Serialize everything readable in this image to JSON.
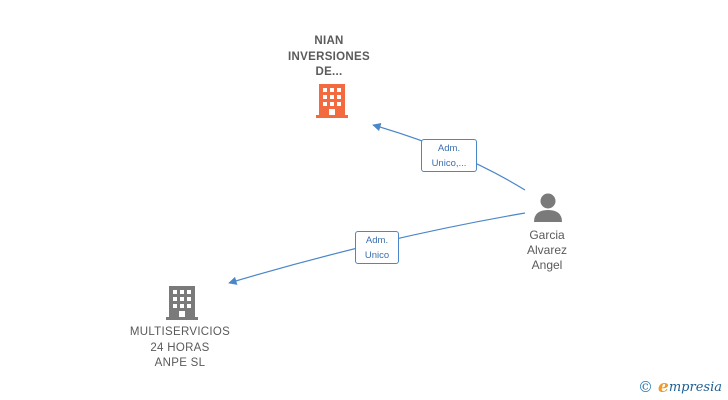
{
  "nodes": {
    "company_top": {
      "label": "NIAN\nINVERSIONES\nDE...",
      "icon": "building-icon",
      "color": "#f26a3d"
    },
    "company_bottom": {
      "label": "MULTISERVICIOS\n24 HORAS\nANPE SL",
      "icon": "building-icon",
      "color": "#7a7a7a"
    },
    "person": {
      "label": "Garcia\nAlvarez\nAngel",
      "icon": "person-icon",
      "color": "#7a7a7a"
    }
  },
  "edges": {
    "to_top": {
      "label": "Adm.\nUnico,..."
    },
    "to_bottom": {
      "label": "Adm.\nUnico"
    }
  },
  "colors": {
    "edge": "#4a86c8",
    "label_text": "#5a5a5a"
  },
  "brand": {
    "copyright": "©",
    "e": "e",
    "rest": "mpresia"
  }
}
